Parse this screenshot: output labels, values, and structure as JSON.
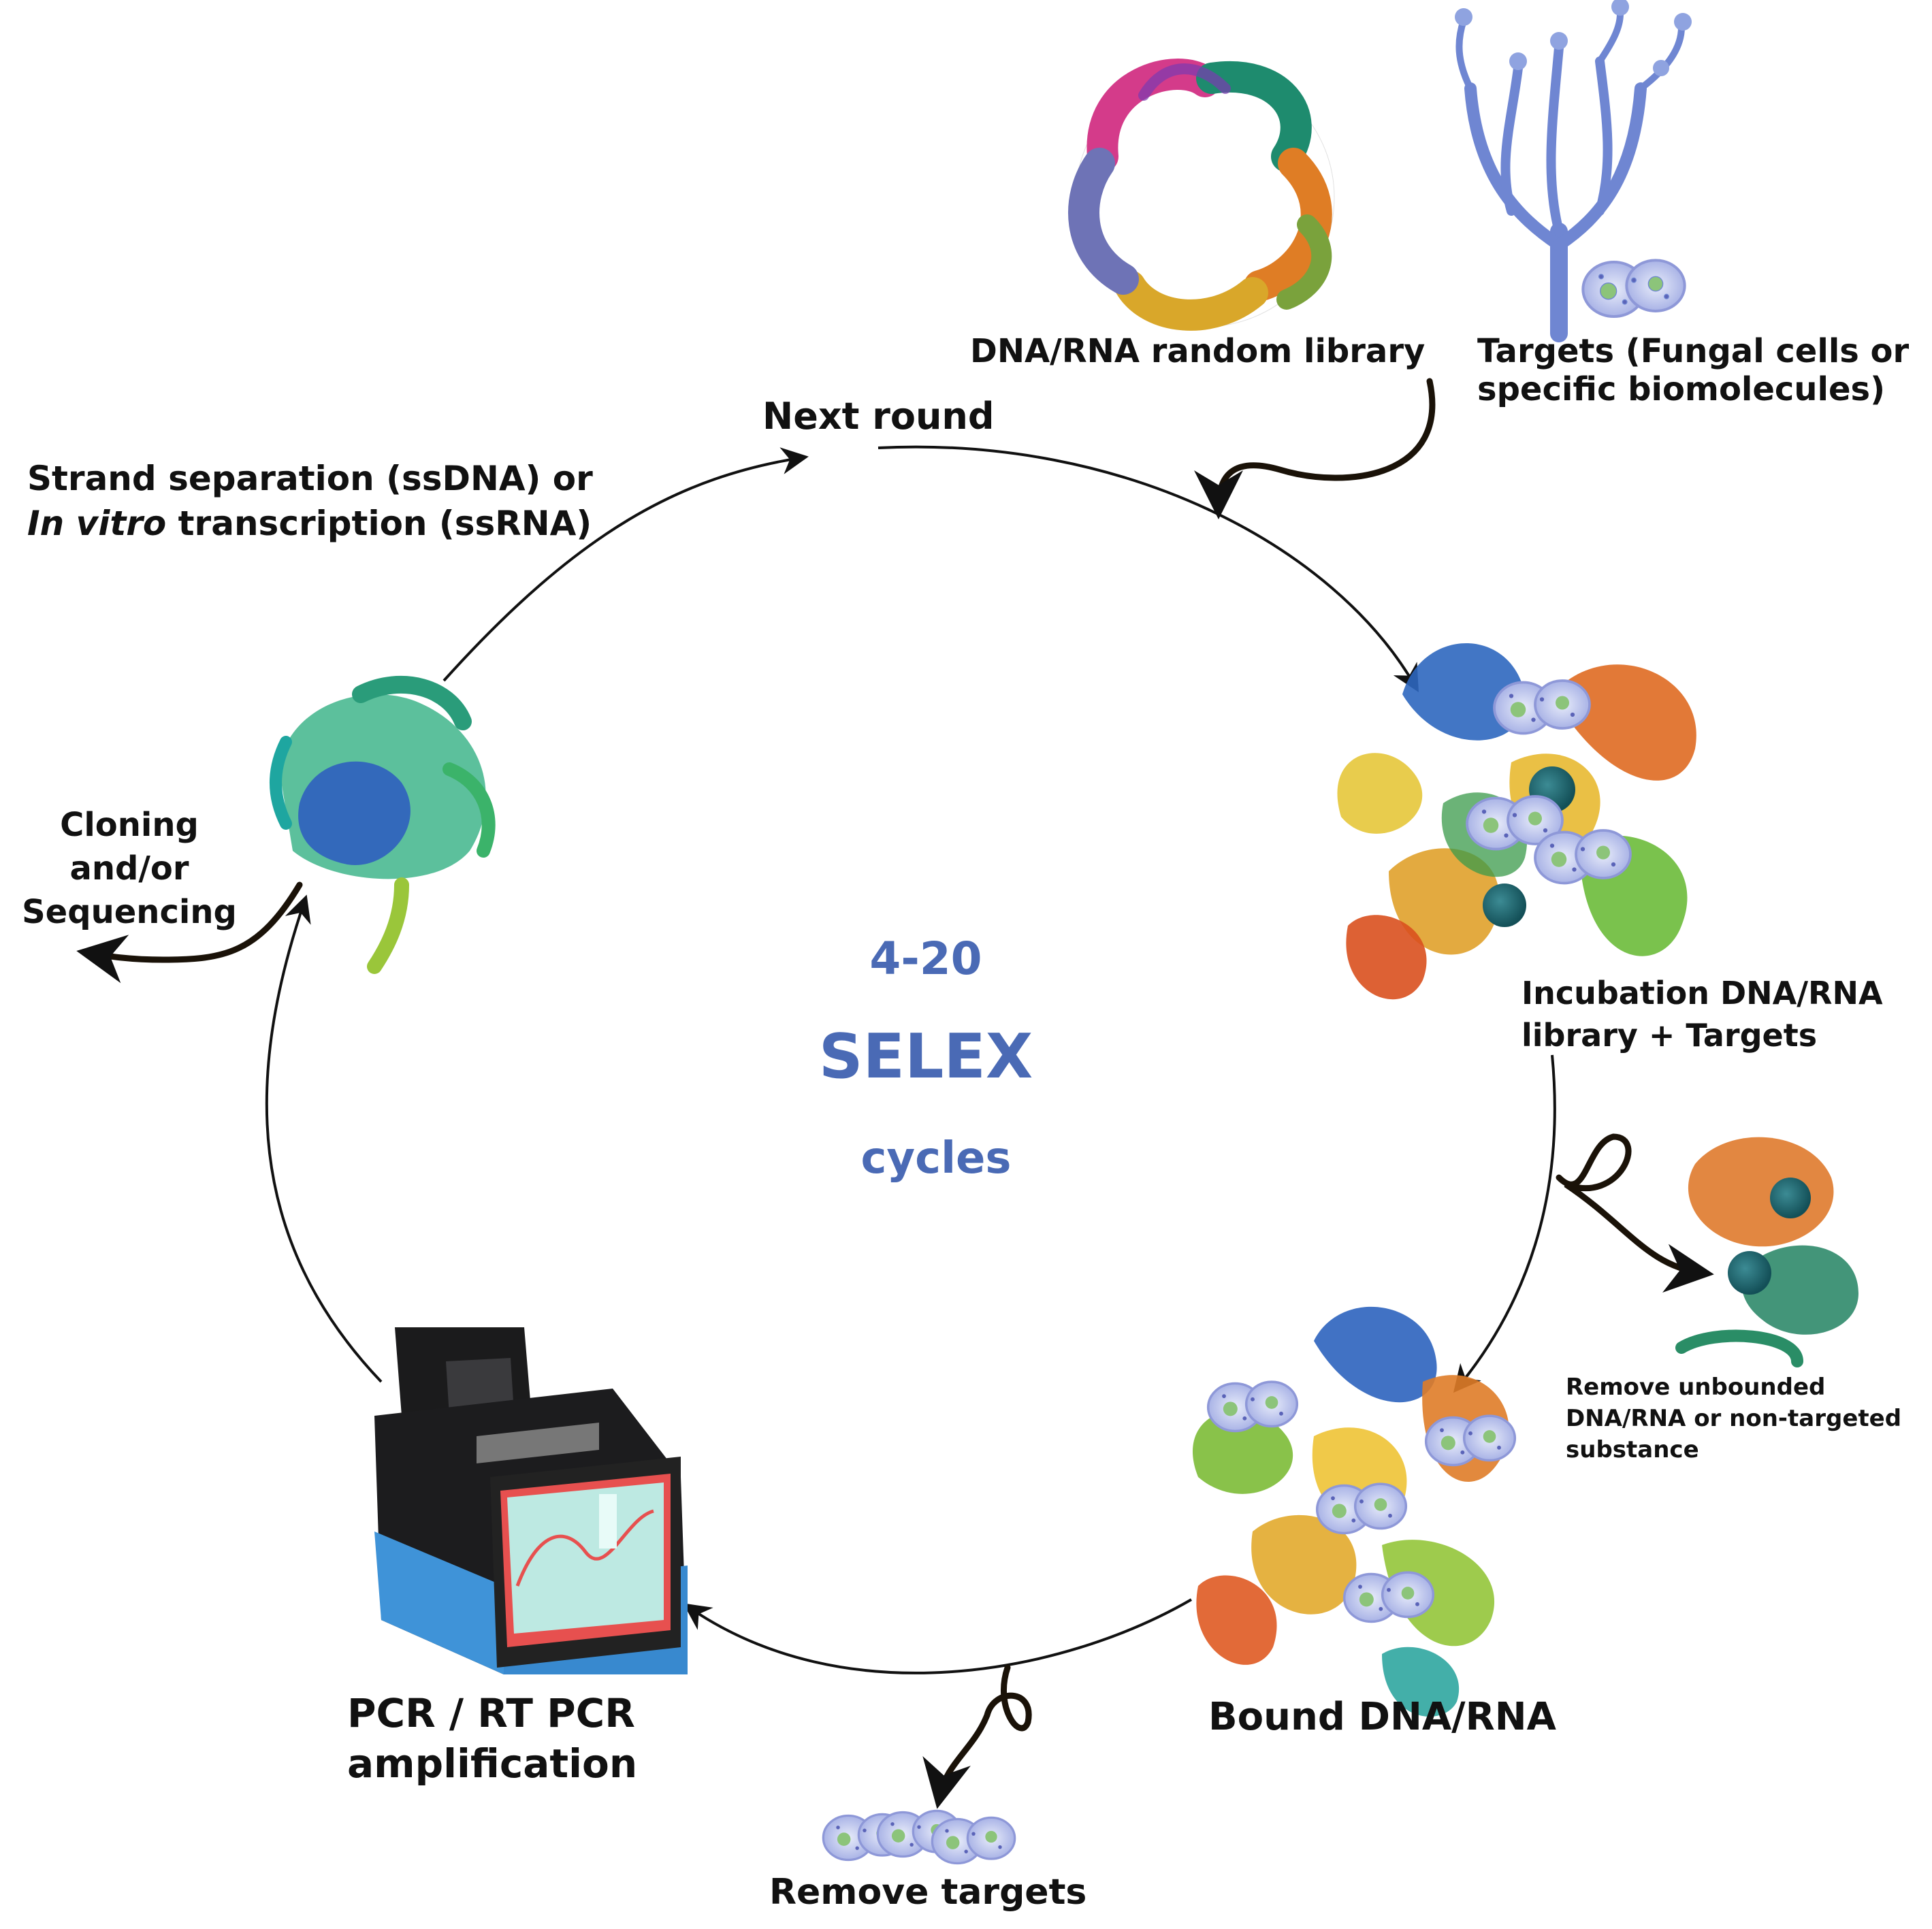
{
  "center": {
    "count": "4-20",
    "title": "SELEX",
    "subtitle": "cycles"
  },
  "labels": {
    "library": "DNA/RNA random library",
    "targets_line1": "Targets (Fungal cells or",
    "targets_line2": "specific biomolecules)",
    "next_round": "Next round",
    "strand_line1": "Strand separation (ssDNA) or",
    "strand_italic": "In vitro",
    "strand_line2_rest": " transcription (ssRNA)",
    "incubation_line1": "Incubation DNA/RNA",
    "incubation_line2": "library + Targets",
    "cloning_line1": "Cloning",
    "cloning_line2": "and/or",
    "cloning_line3": "Sequencing",
    "remove_unbound_line1": "Remove unbounded",
    "remove_unbound_line2": "DNA/RNA or non-targeted",
    "remove_unbound_line3": "substance",
    "bound": "Bound DNA/RNA",
    "pcr_line1": "PCR / RT PCR",
    "pcr_line2": "amplification",
    "remove_targets": "Remove targets"
  },
  "colors": {
    "accent": "#4a6ab5",
    "text": "#111111",
    "arrow": "#111111",
    "pcr_body": "#3f93d8"
  },
  "icons": [
    "protein-ring-icon",
    "fungal-hyphae-icon",
    "protein-complex-icon",
    "aptamer-protein-icon",
    "pcr-machine-icon",
    "fungal-cells-icon"
  ]
}
